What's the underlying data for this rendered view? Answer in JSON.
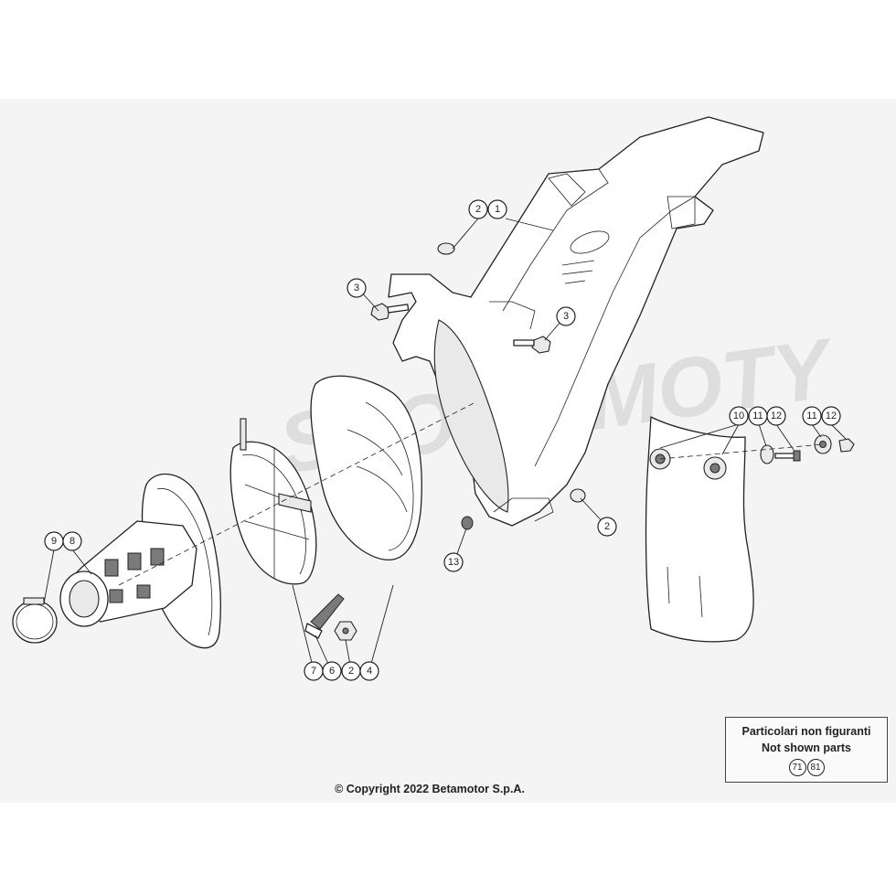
{
  "callouts": {
    "c2_top": "2",
    "c1": "1",
    "c3_left": "3",
    "c3_right": "3",
    "c2_right": "2",
    "c13": "13",
    "c10": "10",
    "c11_a": "11",
    "c12_a": "12",
    "c11_b": "11",
    "c12_b": "12",
    "c9": "9",
    "c8": "8",
    "c7": "7",
    "c6": "6",
    "c2_bottom": "2",
    "c4": "4"
  },
  "watermark": "SPORT MOTY",
  "legend": {
    "title_it": "Particolari non figuranti",
    "title_en": "Not shown parts",
    "parts": [
      "71",
      "81"
    ]
  },
  "copyright": "© Copyright 2022 Betamotor S.p.A."
}
